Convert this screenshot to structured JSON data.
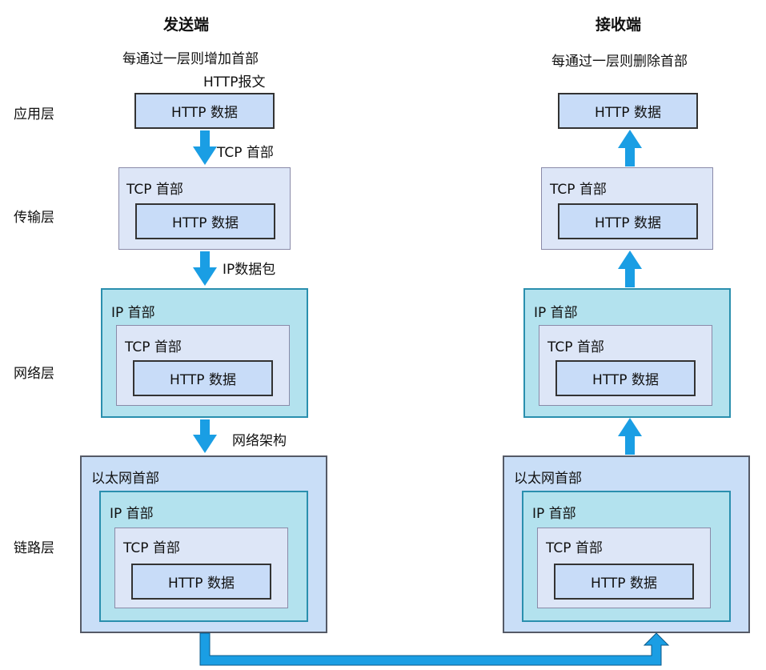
{
  "sender": {
    "title": "发送端",
    "note_line1": "每通过一层则增加首部",
    "note_line2": "HTTP报文"
  },
  "receiver": {
    "title": "接收端",
    "note": "每通过一层则删除首部"
  },
  "layers": {
    "application": "应用层",
    "transport": "传输层",
    "network": "网络层",
    "link": "链路层"
  },
  "labels": {
    "http_data": "HTTP 数据",
    "tcp_header": "TCP 首部",
    "ip_header": "IP 首部",
    "eth_header": "以太网首部"
  },
  "arrow_labels": {
    "tcp_header": "TCP 首部",
    "ip_packet": "IP数据包",
    "network_arch": "网络架构"
  },
  "colors": {
    "arrow": "#1a9ee4",
    "http_fill": "#c8dcf8",
    "tcp_fill": "#dde6f7",
    "ip_fill": "#b3e2ee",
    "eth_fill": "#c9def7"
  }
}
